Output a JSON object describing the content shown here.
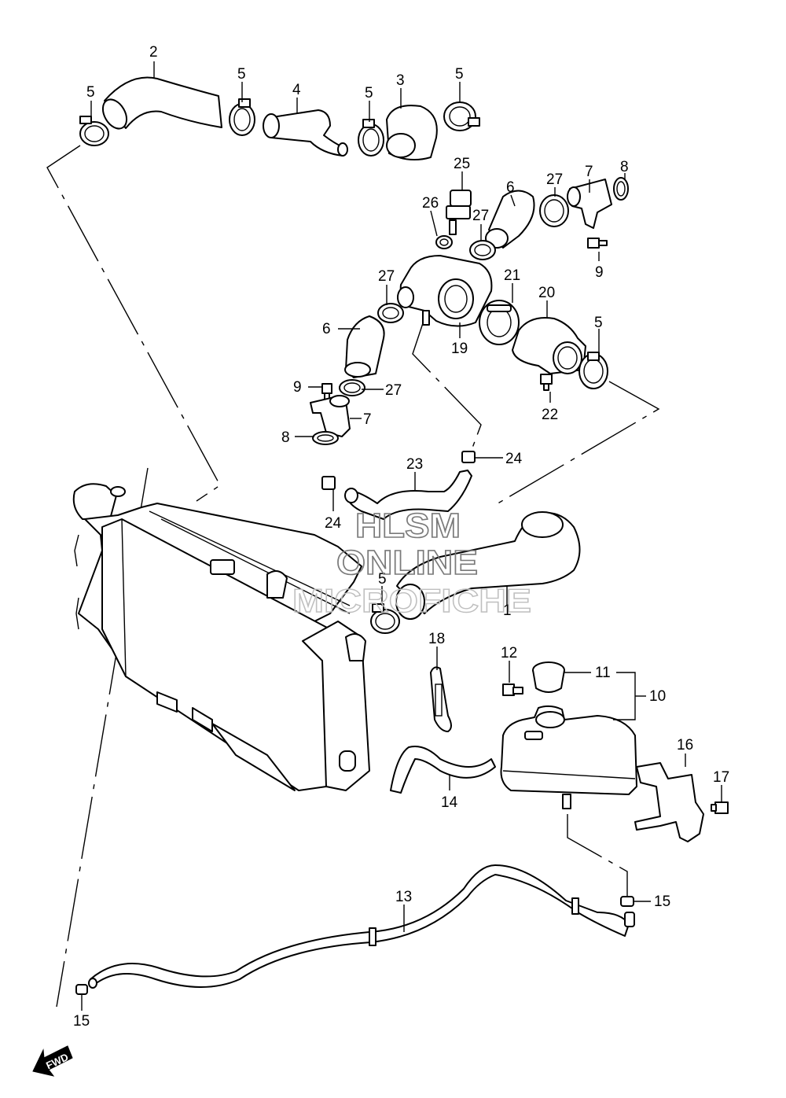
{
  "watermark": {
    "line1": "HLSM",
    "line2": "ONLINE",
    "line3": "MICROFICHE"
  },
  "direction_label": "FWD",
  "callouts": [
    {
      "label": "2"
    },
    {
      "label": "5"
    },
    {
      "label": "5"
    },
    {
      "label": "4"
    },
    {
      "label": "5"
    },
    {
      "label": "3"
    },
    {
      "label": "5"
    },
    {
      "label": "25"
    },
    {
      "label": "26"
    },
    {
      "label": "6"
    },
    {
      "label": "27"
    },
    {
      "label": "27"
    },
    {
      "label": "7"
    },
    {
      "label": "8"
    },
    {
      "label": "9"
    },
    {
      "label": "27"
    },
    {
      "label": "21"
    },
    {
      "label": "20"
    },
    {
      "label": "6"
    },
    {
      "label": "19"
    },
    {
      "label": "5"
    },
    {
      "label": "9"
    },
    {
      "label": "27"
    },
    {
      "label": "22"
    },
    {
      "label": "7"
    },
    {
      "label": "8"
    },
    {
      "label": "23"
    },
    {
      "label": "24"
    },
    {
      "label": "24"
    },
    {
      "label": "5"
    },
    {
      "label": "1"
    },
    {
      "label": "18"
    },
    {
      "label": "12"
    },
    {
      "label": "11"
    },
    {
      "label": "10"
    },
    {
      "label": "16"
    },
    {
      "label": "17"
    },
    {
      "label": "14"
    },
    {
      "label": "13"
    },
    {
      "label": "15"
    },
    {
      "label": "15"
    }
  ],
  "colors": {
    "line": "#000000",
    "background": "#ffffff",
    "watermark": "#7a7a7a"
  }
}
